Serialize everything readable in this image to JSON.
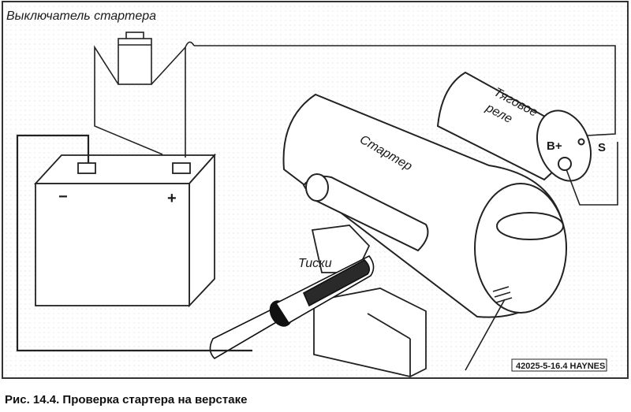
{
  "figure": {
    "caption": "Рис. 14.4. Проверка стартера на верстаке",
    "labels": {
      "switch": "Выключатель стартера",
      "starter": "Стартер",
      "solenoid_line1": "Тяговое",
      "solenoid_line2": "реле",
      "vise": "Тиски",
      "terminal_b": "B+",
      "terminal_s": "S",
      "battery_minus": "−",
      "battery_plus": "+",
      "code": "42025-5-16.4 HAYNES"
    }
  }
}
